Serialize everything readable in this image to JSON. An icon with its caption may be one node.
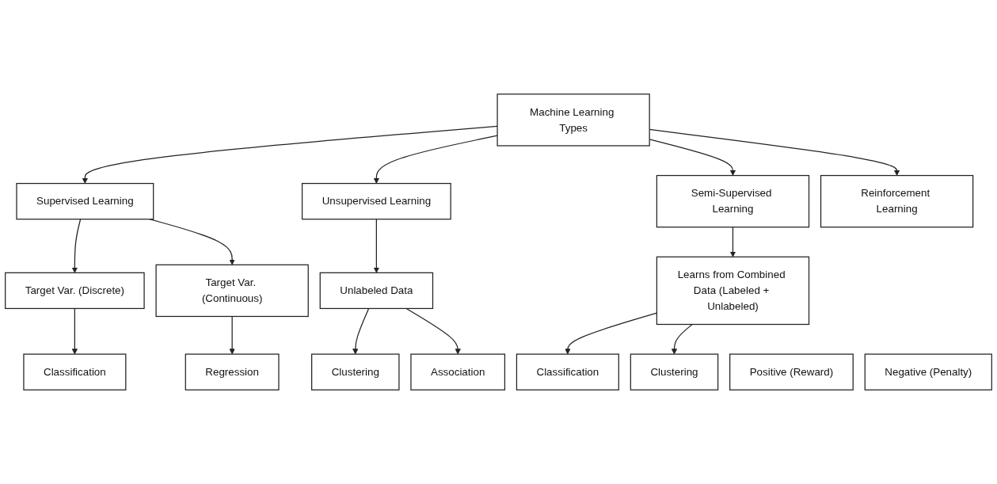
{
  "diagram": {
    "nodes": [
      {
        "text": [
          "Machine Learning Types"
        ]
      },
      {
        "text": [
          "Supervised Learning"
        ]
      },
      {
        "text": [
          "Unsupervised Learning"
        ]
      },
      {
        "text": [
          "Semi-Supervised Learning"
        ]
      },
      {
        "text": [
          "Reinforcement Learning"
        ]
      },
      {
        "text": [
          "Target Var. (Discrete)"
        ]
      },
      {
        "text": [
          "Target Var. (Continuous)"
        ]
      },
      {
        "text": [
          "Unlabeled Data"
        ]
      },
      {
        "text": [
          "Learns from Combined Data (Labeled + Unlabeled)"
        ]
      },
      {
        "text": [
          "Positive (Reward)"
        ]
      },
      {
        "text": [
          "Negative (Penalty)"
        ]
      },
      {
        "text": [
          "Classification"
        ]
      },
      {
        "text": [
          "Regression"
        ]
      },
      {
        "text": [
          "Clustering"
        ]
      },
      {
        "text": [
          "Association"
        ]
      },
      {
        "text": [
          "Classification"
        ]
      },
      {
        "text": [
          "Clustering"
        ]
      }
    ],
    "edges": [
      {
        "from": 0,
        "to": 1,
        "arrow": "to"
      },
      {
        "from": 0,
        "to": 2,
        "arrow": "to"
      },
      {
        "from": 0,
        "to": 3,
        "arrow": "to"
      },
      {
        "from": 0,
        "to": 4,
        "arrow": "to"
      },
      {
        "from": 1,
        "to": 5,
        "arrow": "to"
      },
      {
        "from": 1,
        "to": 6,
        "arrow": "to"
      },
      {
        "from": 2,
        "to": 7,
        "arrow": "to"
      },
      {
        "from": 3,
        "to": 8,
        "arrow": "to"
      },
      {
        "from": 5,
        "to": 11,
        "arrow": "to"
      },
      {
        "from": 6,
        "to": 12,
        "arrow": "to"
      },
      {
        "from": 7,
        "to": 13,
        "arrow": "to"
      },
      {
        "from": 7,
        "to": 14,
        "arrow": "to"
      },
      {
        "from": 8,
        "to": 15,
        "arrow": "to"
      },
      {
        "from": 8,
        "to": 16,
        "arrow": "to"
      }
    ]
  }
}
